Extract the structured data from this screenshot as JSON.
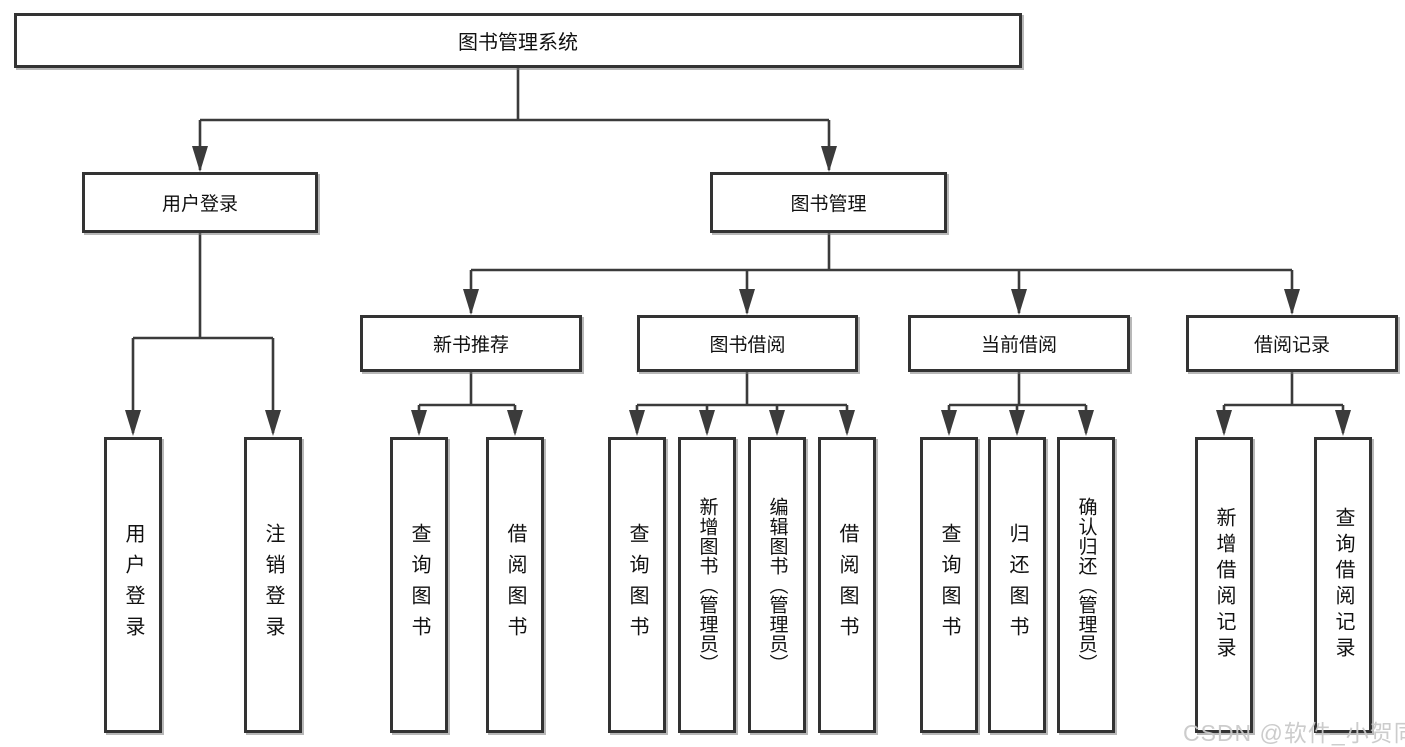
{
  "diagram": {
    "root": {
      "label": "图书管理系统"
    },
    "branches": [
      {
        "label": "用户登录",
        "leaves": [
          "用户登录",
          "注销登录"
        ]
      },
      {
        "label": "图书管理",
        "sections": [
          {
            "label": "新书推荐",
            "leaves": [
              "查询图书",
              "借阅图书"
            ]
          },
          {
            "label": "图书借阅",
            "leaves": [
              "查询图书",
              "新增图书（管理员）",
              "编辑图书（管理员）",
              "借阅图书"
            ]
          },
          {
            "label": "当前借阅",
            "leaves": [
              "查询图书",
              "归还图书",
              "确认归还（管理员）"
            ]
          },
          {
            "label": "借阅记录",
            "leaves": [
              "新增借阅记录",
              "查询借阅记录"
            ]
          }
        ]
      }
    ]
  },
  "watermark": "CSDN @软件_小贺同学",
  "colors": {
    "line": "#3b3b3b",
    "box_border": "#333333",
    "box_fill": "#ffffff",
    "text": "#111111",
    "watermark": "#c9c9c9"
  }
}
